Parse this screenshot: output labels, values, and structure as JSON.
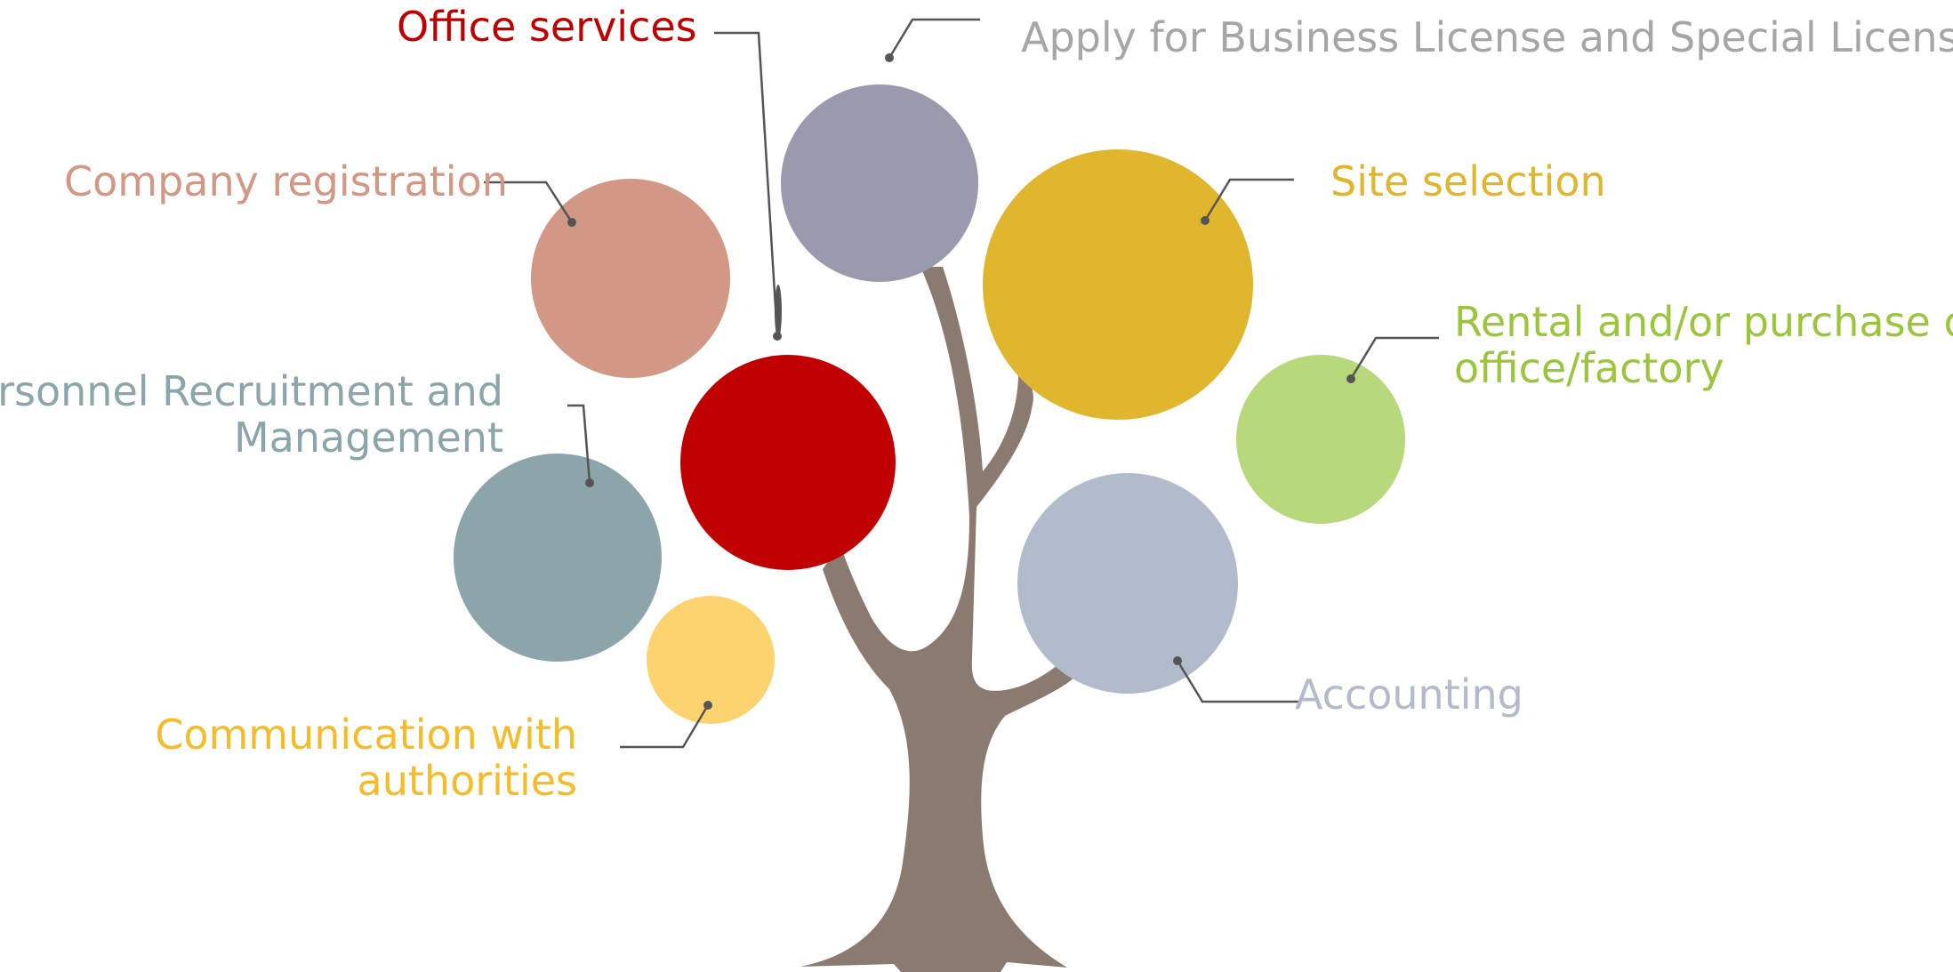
{
  "diagram": {
    "trunk_color": "#8B7A6F",
    "connector_color": "#555555",
    "items": [
      {
        "key": "apply",
        "lines": [
          "Apply for Business License and Special License"
        ],
        "text_color": "#A6A6A6",
        "circle_color": "#9B99AE"
      },
      {
        "key": "office",
        "lines": [
          "Office services"
        ],
        "text_color": "#C00000",
        "circle_color": "#C00000"
      },
      {
        "key": "company",
        "lines": [
          "Company registration"
        ],
        "text_color": "#D39786",
        "circle_color": "#D39786"
      },
      {
        "key": "site",
        "lines": [
          "Site selection"
        ],
        "text_color": "#E0B62F",
        "circle_color": "#E0B62F"
      },
      {
        "key": "rental",
        "lines": [
          "Rental and/or purchase of",
          "office/factory"
        ],
        "text_color": "#9BC53D",
        "circle_color": "#B8D87C"
      },
      {
        "key": "personnel",
        "lines": [
          "Personnel Recruitment and",
          "Management"
        ],
        "text_color": "#8BA5AA",
        "circle_color": "#8BA5AA"
      },
      {
        "key": "communication",
        "lines": [
          "Communication with",
          "authorities"
        ],
        "text_color": "#F5BC2A",
        "circle_color": "#FCD36E"
      },
      {
        "key": "accounting",
        "lines": [
          "Accounting"
        ],
        "text_color": "#B1BBCB",
        "circle_color": "#B1BBCB"
      }
    ]
  }
}
